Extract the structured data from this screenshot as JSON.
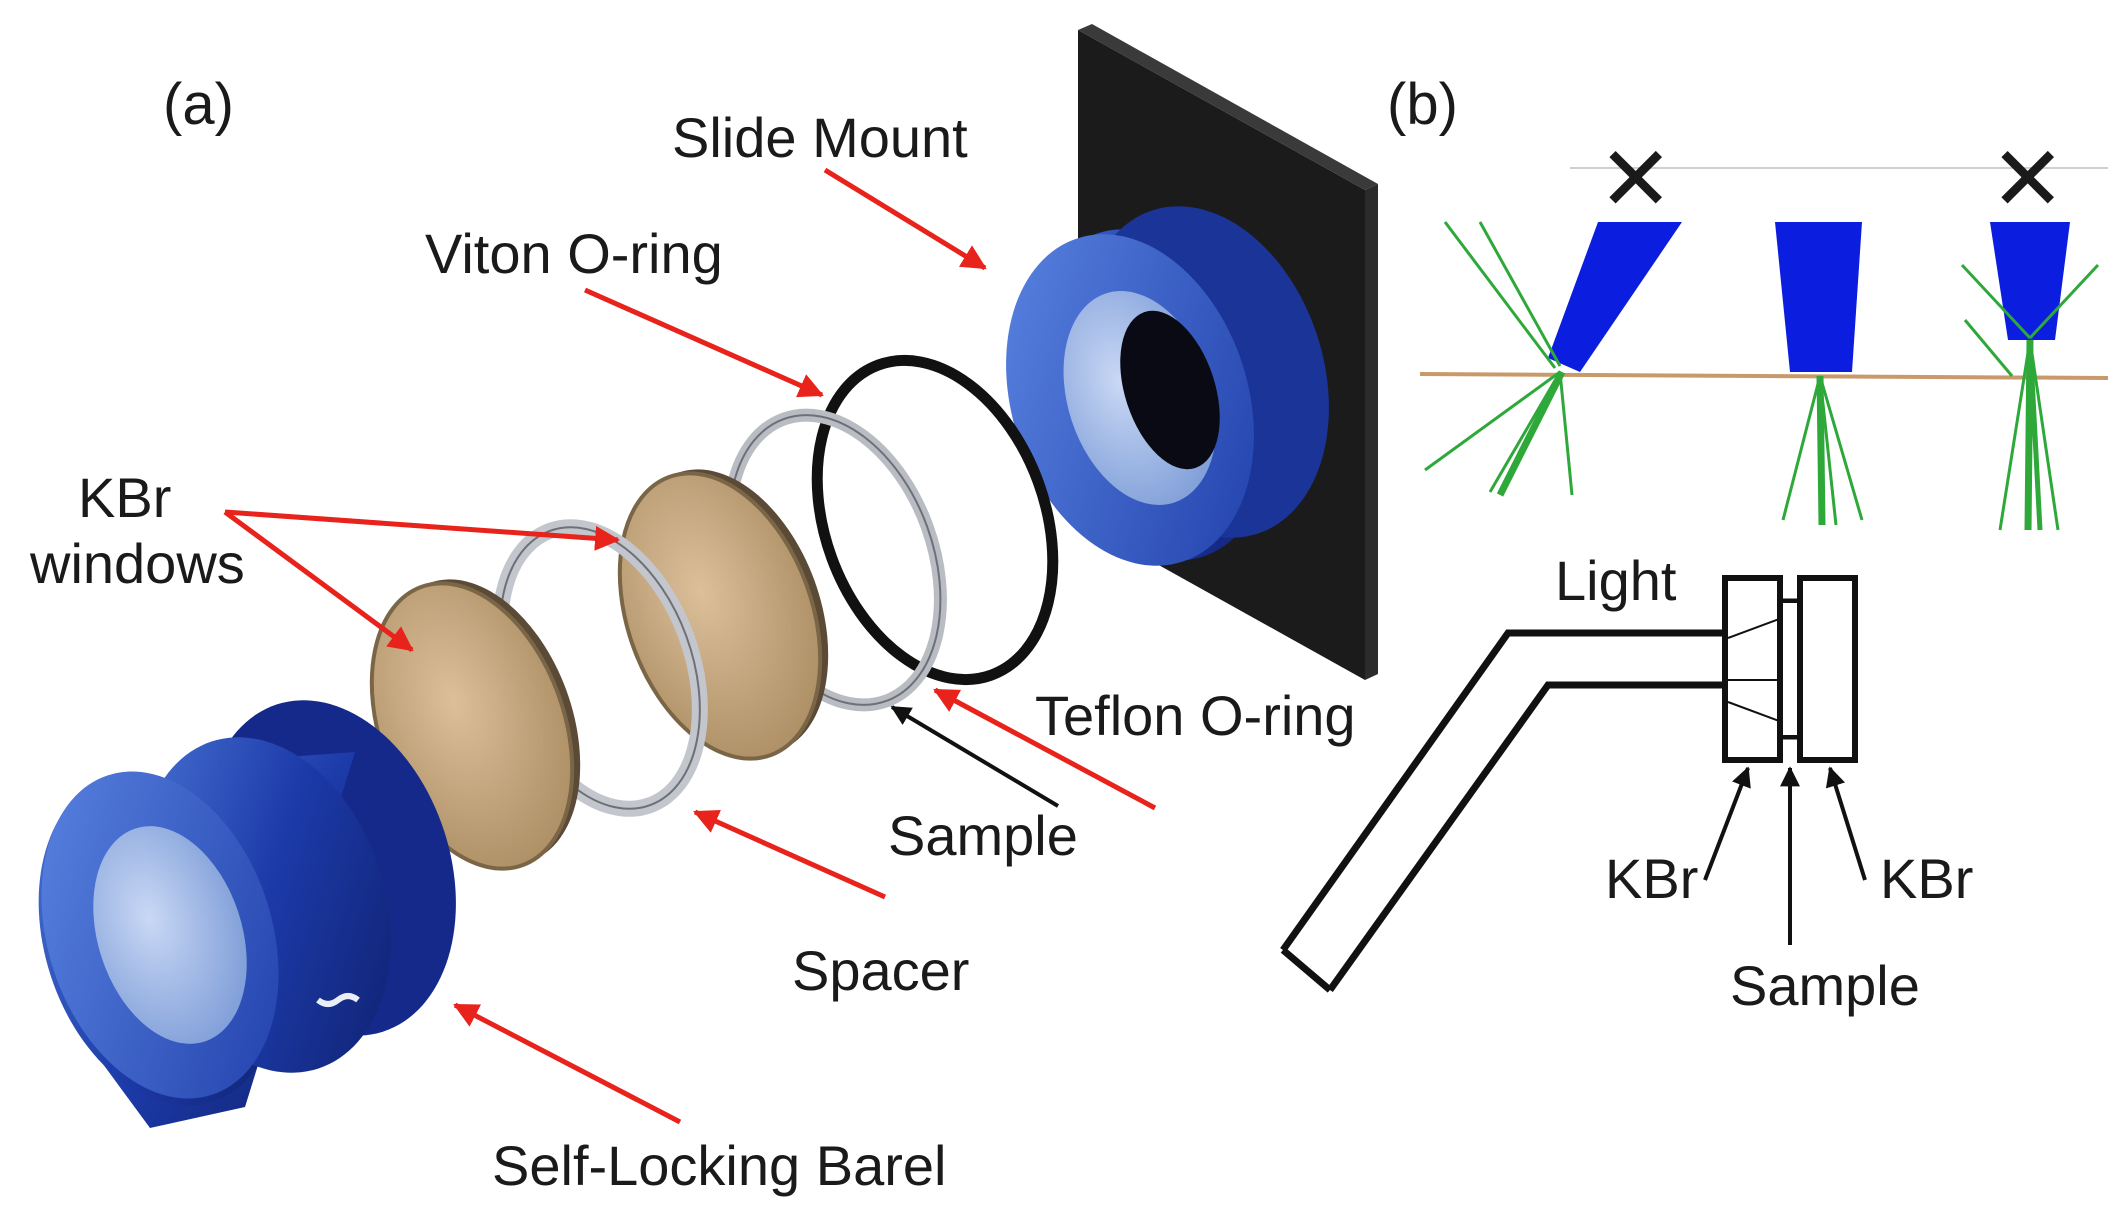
{
  "panel_a": {
    "panel_label": "(a)",
    "labels": {
      "slide_mount": "Slide Mount",
      "viton_oring": "Viton O-ring",
      "kbr_windows_line1": "KBr",
      "kbr_windows_line2": "windows",
      "teflon_oring": "Teflon O-ring",
      "sample": "Sample",
      "spacer": "Spacer",
      "self_locking_barrel": "Self-Locking Barel"
    },
    "colors": {
      "arrow": "#e8231b",
      "barrel_blue": "#1c3aa8",
      "barrel_blue_light": "#4d78d8",
      "slide_mount_black": "#1b1b1b",
      "window_tan": "#c9a97c",
      "oring_black": "#111111",
      "ring_gray": "#b9bcc2"
    }
  },
  "panel_b": {
    "panel_label": "(b)",
    "labels": {
      "light": "Light",
      "kbr_left": "KBr",
      "kbr_right": "KBr",
      "sample": "Sample"
    },
    "marks": {
      "rejected_left": "✕",
      "rejected_right": "✕"
    },
    "colors": {
      "tip_blue": "#0b1ee0",
      "ray_green": "#2fa83a",
      "surface_tan": "#c89a6a",
      "outline": "#111111"
    }
  }
}
